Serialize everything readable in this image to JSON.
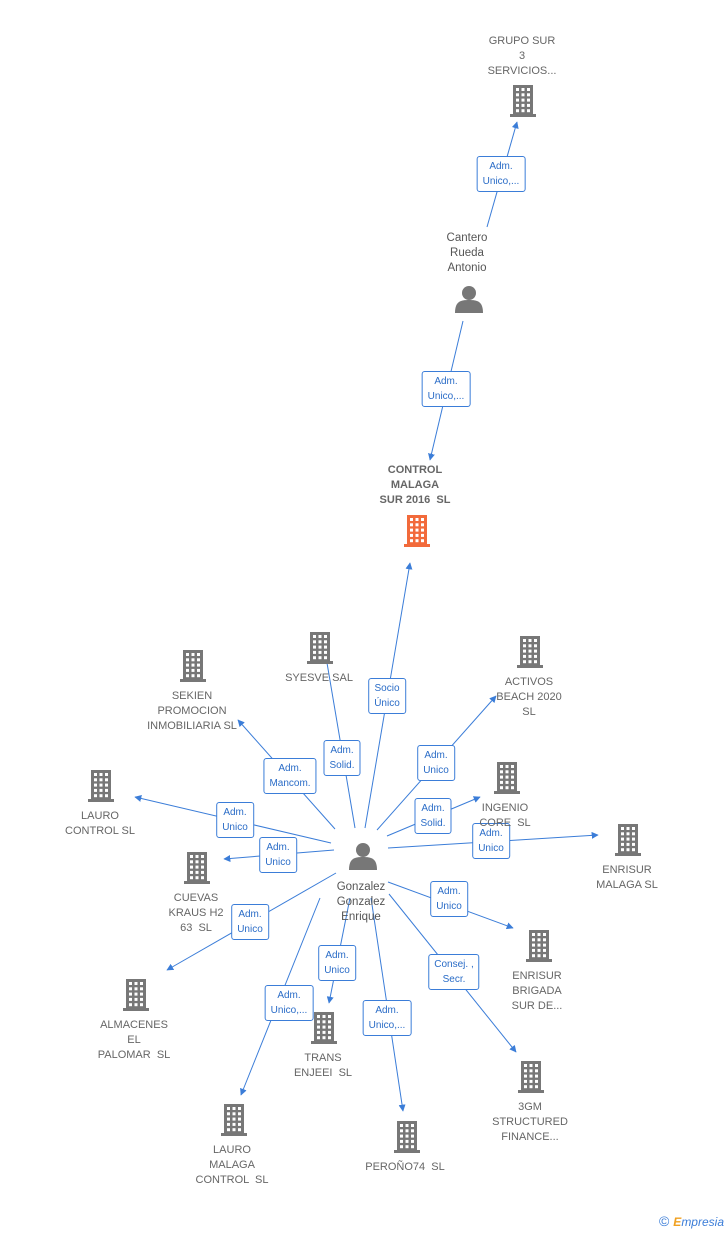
{
  "colors": {
    "edge": "#3b7dd8",
    "building": "#777777",
    "focus": "#f26a3b",
    "person": "#777777"
  },
  "nodes": [
    {
      "id": "grupo_sur",
      "type": "company",
      "label": "GRUPO SUR\n3\nSERVICIOS..."
    },
    {
      "id": "cantero",
      "type": "person",
      "label": "Cantero\nRueda\nAntonio"
    },
    {
      "id": "control_malaga",
      "type": "company",
      "focus": true,
      "label": "CONTROL\nMALAGA\nSUR 2016  SL"
    },
    {
      "id": "syesve",
      "type": "company",
      "label": "SYESVE SAL"
    },
    {
      "id": "sekien",
      "type": "company",
      "label": "SEKIEN\nPROMOCION\nINMOBILIARIA SL"
    },
    {
      "id": "activos",
      "type": "company",
      "label": "ACTIVOS\nBEACH 2020\nSL"
    },
    {
      "id": "ingenio",
      "type": "company",
      "label": "INGENIO\nCORE  SL"
    },
    {
      "id": "lauro_control",
      "type": "company",
      "label": "LAURO\nCONTROL SL"
    },
    {
      "id": "enrisur_malaga",
      "type": "company",
      "label": "ENRISUR\nMALAGA SL"
    },
    {
      "id": "cuevas",
      "type": "company",
      "label": "CUEVAS\nKRAUS H2\n63  SL"
    },
    {
      "id": "gonzalez",
      "type": "person",
      "label": "Gonzalez\nGonzalez\nEnrique"
    },
    {
      "id": "enrisur_brigada",
      "type": "company",
      "label": "ENRISUR\nBRIGADA\nSUR DE..."
    },
    {
      "id": "almacenes",
      "type": "company",
      "label": "ALMACENES\nEL\nPALOMAR  SL"
    },
    {
      "id": "trans",
      "type": "company",
      "label": "TRANS\nENJEEI  SL"
    },
    {
      "id": "gm3",
      "type": "company",
      "label": "3GM\nSTRUCTURED\nFINANCE..."
    },
    {
      "id": "lauro_malaga",
      "type": "company",
      "label": "LAURO\nMALAGA\nCONTROL  SL"
    },
    {
      "id": "perono",
      "type": "company",
      "label": "PEROÑO74  SL"
    }
  ],
  "edges": [
    {
      "from": "cantero",
      "to": "grupo_sur",
      "label": "Adm.\nUnico,..."
    },
    {
      "from": "cantero",
      "to": "control_malaga",
      "label": "Adm.\nUnico,..."
    },
    {
      "from": "gonzalez",
      "to": "control_malaga",
      "label": "Socio\nÚnico"
    },
    {
      "from": "gonzalez",
      "to": "syesve",
      "label": "Adm.\nSolid."
    },
    {
      "from": "gonzalez",
      "to": "sekien",
      "label": "Adm.\nMancom."
    },
    {
      "from": "gonzalez",
      "to": "activos",
      "label": "Adm.\nUnico"
    },
    {
      "from": "gonzalez",
      "to": "ingenio",
      "label": "Adm.\nSolid."
    },
    {
      "from": "gonzalez",
      "to": "lauro_control",
      "label": "Adm.\nUnico"
    },
    {
      "from": "gonzalez",
      "to": "enrisur_malaga",
      "label": "Adm.\nUnico"
    },
    {
      "from": "gonzalez",
      "to": "cuevas",
      "label": "Adm.\nUnico"
    },
    {
      "from": "gonzalez",
      "to": "enrisur_brigada",
      "label": "Adm.\nUnico"
    },
    {
      "from": "gonzalez",
      "to": "almacenes",
      "label": "Adm.\nUnico"
    },
    {
      "from": "gonzalez",
      "to": "trans",
      "label": "Adm.\nUnico"
    },
    {
      "from": "gonzalez",
      "to": "gm3",
      "label": "Consej. ,\nSecr."
    },
    {
      "from": "gonzalez",
      "to": "lauro_malaga",
      "label": "Adm.\nUnico,..."
    },
    {
      "from": "gonzalez",
      "to": "perono",
      "label": "Adm.\nUnico,..."
    }
  ],
  "brand": {
    "copyright": "©",
    "initial": "E",
    "name": "mpresia"
  }
}
